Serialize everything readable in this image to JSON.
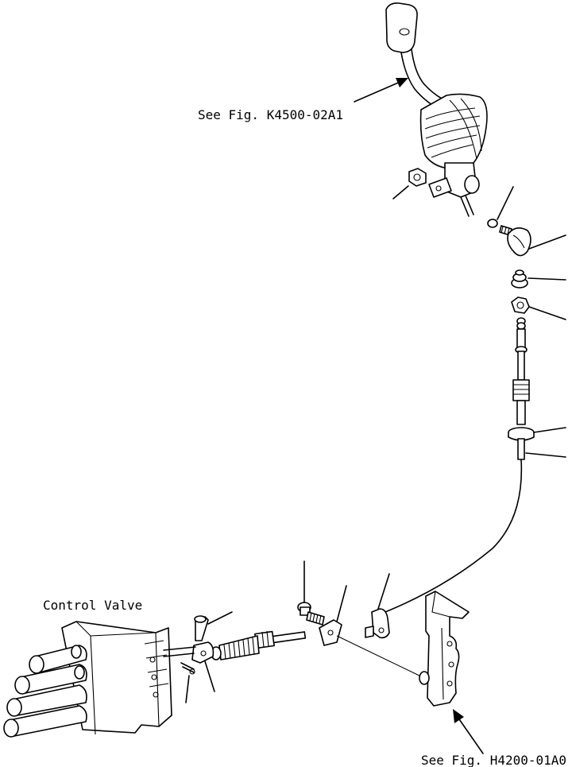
{
  "references": {
    "lever_ref": "See Fig. K4500-02A1",
    "frame_ref": "See Fig. H4200-01A0"
  },
  "components": {
    "control_valve": "Control Valve"
  }
}
